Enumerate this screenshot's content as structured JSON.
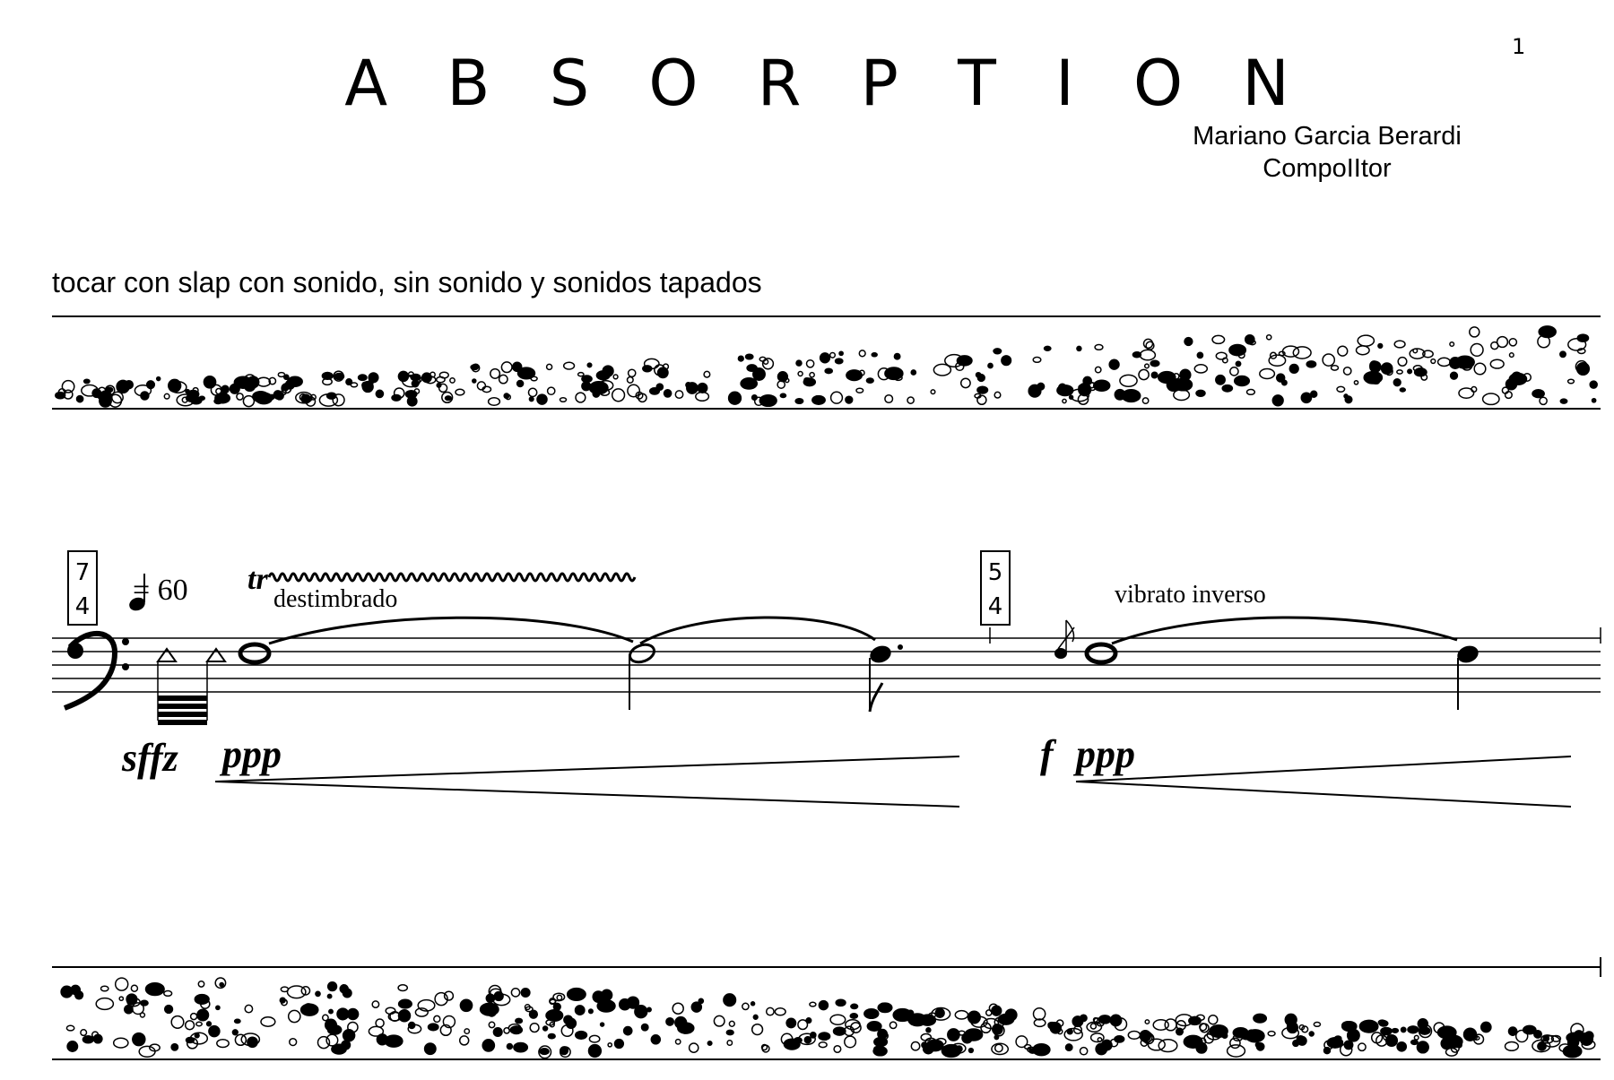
{
  "page_number": "1",
  "title": "A B S O R P T I O N",
  "composer": {
    "name": "Mariano Garcia Berardi",
    "role": "CompoIItor"
  },
  "instruction": "tocar con slap con sonido, sin sonido y sonidos tapados",
  "system1": {
    "time_signature": {
      "top": "7",
      "bottom": "4"
    },
    "tempo_marking": "= 60",
    "trill_label": "tr",
    "technique_label": "destimbrado",
    "dynamics": {
      "accent": "sffz",
      "start": "ppp"
    }
  },
  "system2": {
    "time_signature": {
      "top": "5",
      "bottom": "4"
    },
    "technique_label": "vibrato inverso",
    "dynamics": {
      "accent": "f",
      "start": "ppp"
    }
  },
  "clef": "bass-clef-icon",
  "graphic_notation": {
    "band_top": "slap-sound-cloud",
    "band_bottom": "slap-sound-cloud"
  }
}
